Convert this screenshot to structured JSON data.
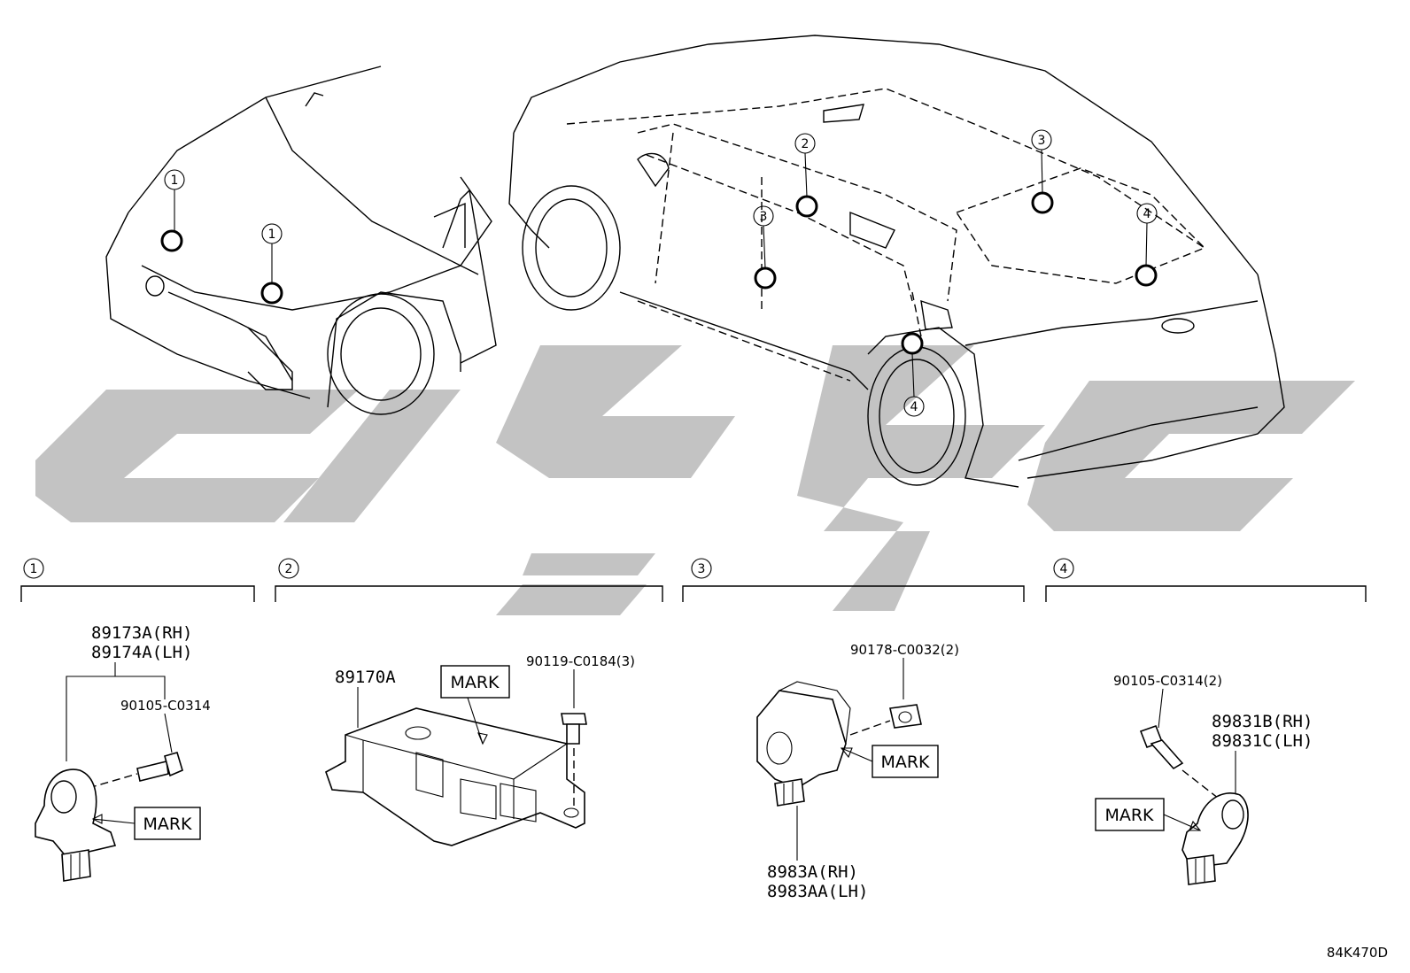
{
  "diagram_code": "84K470D",
  "index_markers": [
    "1",
    "2",
    "3",
    "4"
  ],
  "mark_label": "MARK",
  "sections": [
    {
      "id": "1",
      "part_lines": [
        "89173A(RH)",
        "89174A(LH)"
      ],
      "bolt": "90105-C0314"
    },
    {
      "id": "2",
      "part_lines": [
        "89170A"
      ],
      "bolt": "90119-C0184(3)"
    },
    {
      "id": "3",
      "part_lines": [
        "8983A(RH)",
        "8983AA(LH)"
      ],
      "bolt": "90178-C0032(2)"
    },
    {
      "id": "4",
      "part_lines": [
        "89831B(RH)",
        "89831C(LH)"
      ],
      "bolt": "90105-C0314(2)"
    }
  ]
}
